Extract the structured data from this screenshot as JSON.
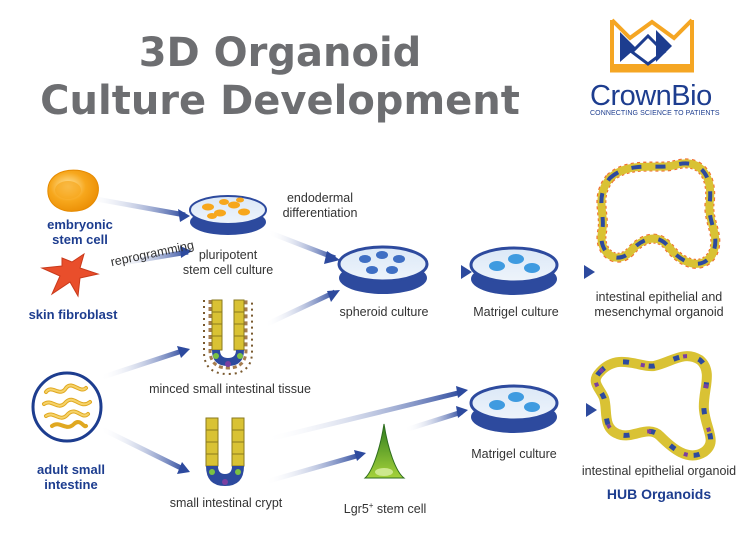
{
  "title": {
    "line1": "3D Organoid",
    "line2": "Culture Development"
  },
  "logo": {
    "name": "CrownBio",
    "tagline": "CONNECTING SCIENCE TO PATIENTS"
  },
  "labels": {
    "embryonic": "embryonic",
    "stem_cell": "stem cell",
    "skin_fibroblast": "skin fibroblast",
    "adult_small": "adult small",
    "intestine": "intestine",
    "reprogramming": "reprogramming",
    "endodermal": "endodermal",
    "differentiation": "differentiation",
    "pluripotent": "pluripotent",
    "stem_cell_culture": "stem cell culture",
    "minced_tissue": "minced small intestinal tissue",
    "small_crypt": "small intestinal crypt",
    "lgr5": "Lgr5",
    "lgr5_sup": "+",
    "lgr5_rest": " stem cell",
    "spheroid_culture": "spheroid culture",
    "matrigel_culture_1": "Matrigel culture",
    "matrigel_culture_2": "Matrigel culture",
    "mesenchymal_line1": "intestinal epithelial and",
    "mesenchymal_line2": "mesenchymal organoid",
    "epithelial_organoid": "intestinal epithelial organoid",
    "hub_organoids": "HUB Organoids"
  },
  "colors": {
    "title_gray": "#6d6e71",
    "brand_blue": "#1d3d8f",
    "logo_gold": "#f5a623",
    "dish_blue": "#2d4a9e",
    "cell_yellow": "#d9c234",
    "mesenchyme_orange": "#f26b2f"
  }
}
